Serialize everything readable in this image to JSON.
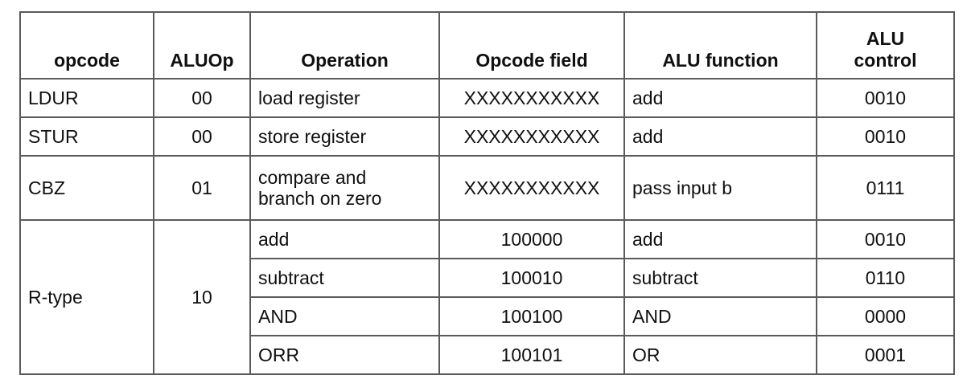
{
  "table": {
    "name": "alu-control-truth-table",
    "columns": [
      {
        "key": "opcode",
        "label": "opcode",
        "align": "left"
      },
      {
        "key": "aluop",
        "label": "ALUOp",
        "align": "center"
      },
      {
        "key": "operation",
        "label": "Operation",
        "align": "left"
      },
      {
        "key": "opcode_field",
        "label": "Opcode field",
        "align": "center"
      },
      {
        "key": "alu_function",
        "label": "ALU function",
        "align": "left"
      },
      {
        "key": "alu_control",
        "label": "ALU control",
        "align": "center"
      }
    ],
    "header": {
      "opcode": "opcode",
      "aluop": "ALUOp",
      "operation": "Operation",
      "opcode_field": "Opcode field",
      "alu_function": "ALU function",
      "alu_control_line1": "ALU",
      "alu_control_line2": "control"
    },
    "rows": [
      {
        "opcode": "LDUR",
        "aluop": "00",
        "operation": "load register",
        "opcode_field": "XXXXXXXXXXX",
        "alu_function": "add",
        "alu_control": "0010"
      },
      {
        "opcode": "STUR",
        "aluop": "00",
        "operation": "store register",
        "opcode_field": "XXXXXXXXXXX",
        "alu_function": "add",
        "alu_control": "0010"
      },
      {
        "opcode": "CBZ",
        "aluop": "01",
        "operation_line1": "compare and",
        "operation_line2": "branch on zero",
        "opcode_field": "XXXXXXXXXXX",
        "alu_function": "pass input b",
        "alu_control": "0111"
      },
      {
        "opcode": "R-type",
        "aluop": "10",
        "operation": "add",
        "opcode_field": "100000",
        "alu_function": "add",
        "alu_control": "0010"
      },
      {
        "operation": "subtract",
        "opcode_field": "100010",
        "alu_function": "subtract",
        "alu_control": "0110"
      },
      {
        "operation": "AND",
        "opcode_field": "100100",
        "alu_function": "AND",
        "alu_control": "0000"
      },
      {
        "operation": "ORR",
        "opcode_field": "100101",
        "alu_function": "OR",
        "alu_control": "0001"
      }
    ]
  },
  "style": {
    "border_color": "#5a5a5a",
    "text_color": "#101010",
    "background": "#ffffff"
  }
}
